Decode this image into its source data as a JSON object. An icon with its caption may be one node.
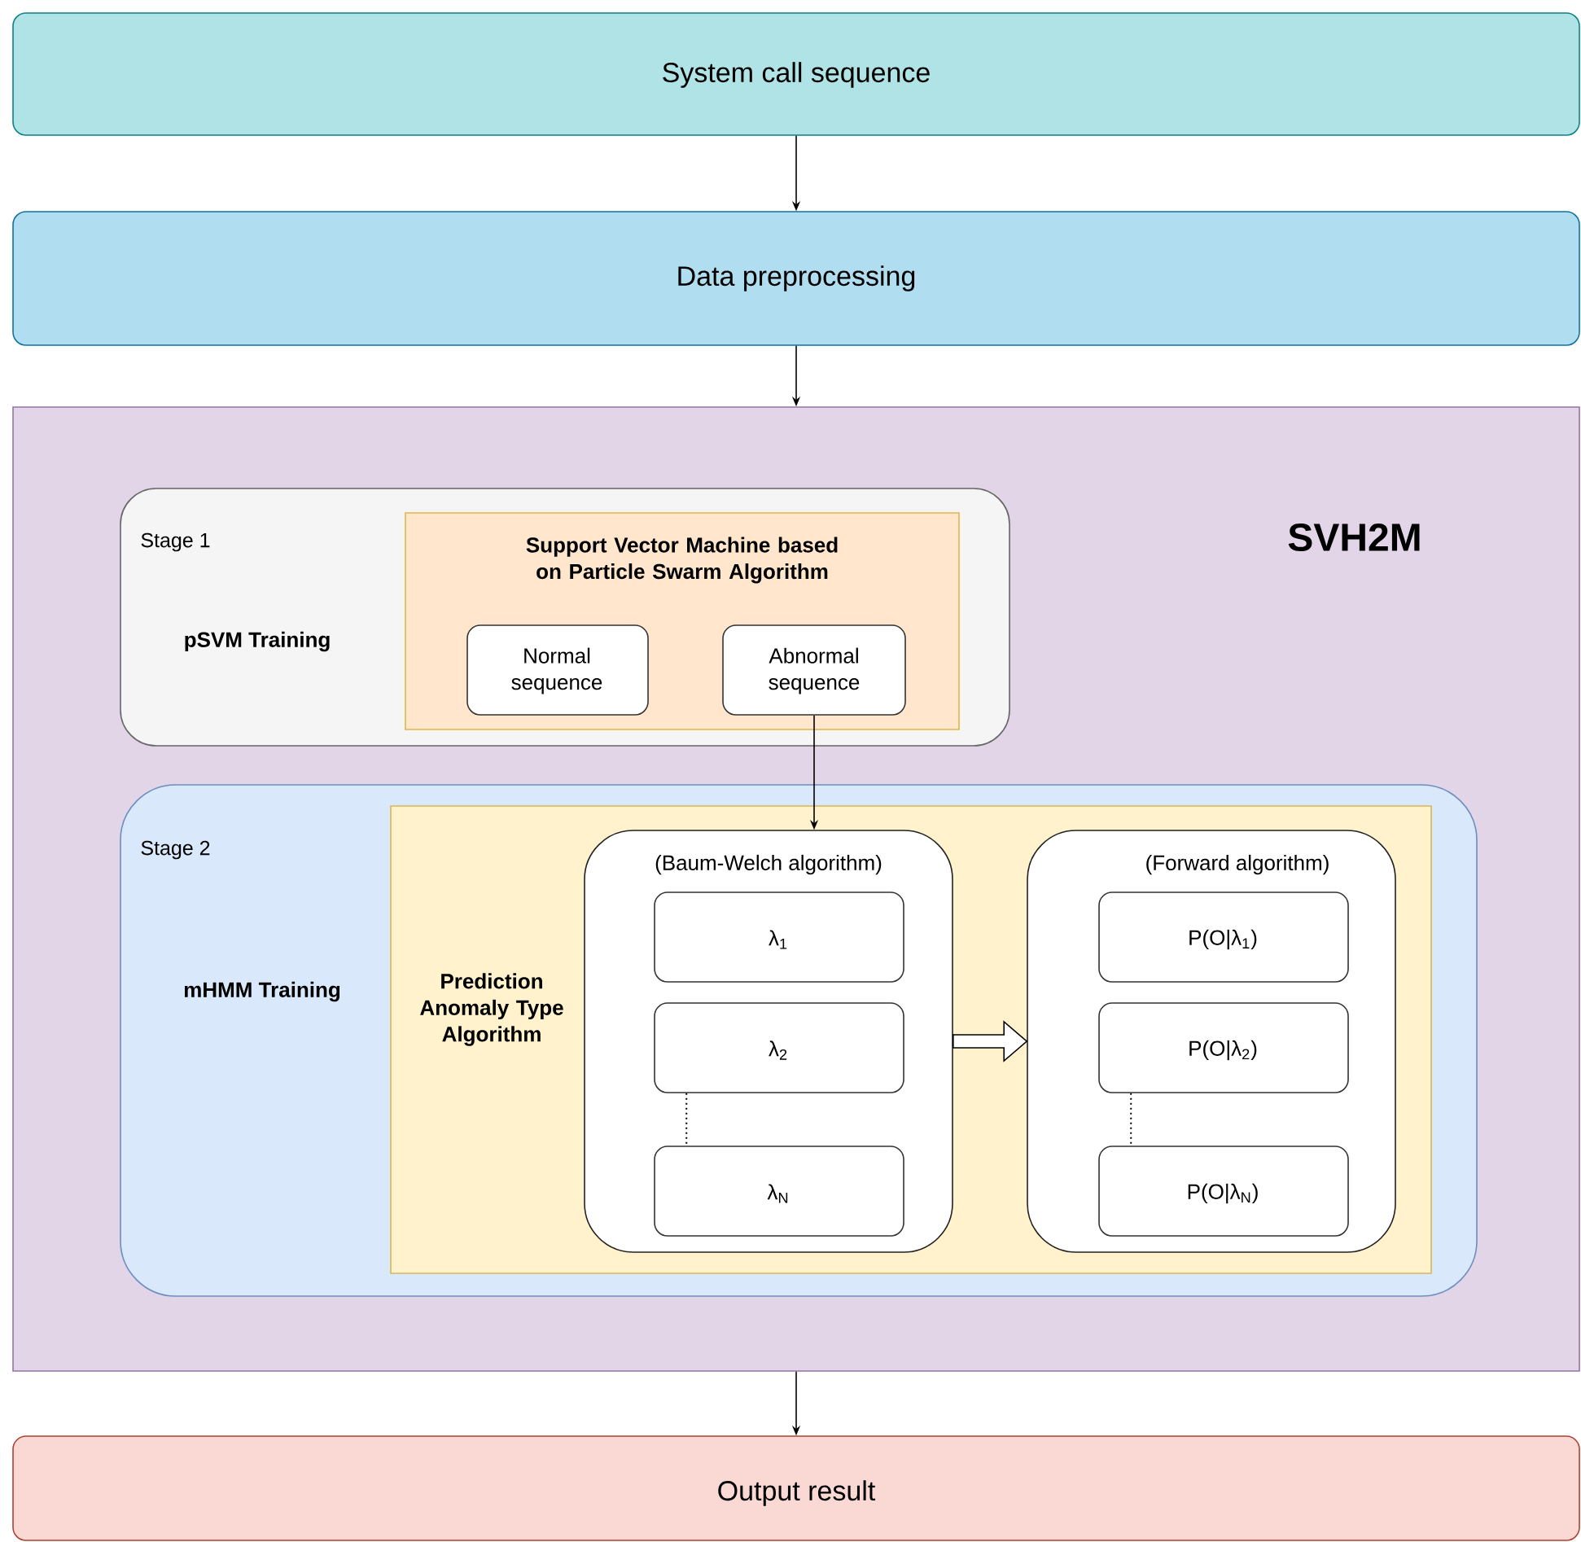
{
  "diagram": {
    "nodes": [
      {
        "text": [
          "System call sequence"
        ]
      },
      {
        "text": [
          "Data preprocessing"
        ]
      },
      {
        "text": [
          "SVH2M"
        ]
      },
      {
        "text": [
          "Stage 1",
          "pSVM Training"
        ],
        "in": 2
      },
      {
        "text": [
          "Support Vector Machine based on Particle Swarm Algorithm"
        ],
        "in": 3
      },
      {
        "text": [
          "Normal sequence"
        ],
        "in": 4
      },
      {
        "text": [
          "Abnormal sequence"
        ],
        "in": 4
      },
      {
        "text": [
          "Stage 2",
          "mHMM Training"
        ],
        "in": 2
      },
      {
        "text": [
          "Prediction Anomaly Type Algorithm"
        ],
        "in": 7
      },
      {
        "text": [
          "(Baum-Welch algorithm)"
        ],
        "in": 8
      },
      {
        "text": [
          "λ$_{1}$"
        ],
        "in": 9
      },
      {
        "text": [
          "λ$_{2}$"
        ],
        "in": 9
      },
      {
        "text": [
          "λ$_{N}$"
        ],
        "in": 9
      },
      {
        "text": [
          "(Forward algorithm)"
        ],
        "in": 8
      },
      {
        "text": [
          "P(O|λ$_{1}$)"
        ],
        "in": 13
      },
      {
        "text": [
          "P(O|λ$_{2}$)"
        ],
        "in": 13
      },
      {
        "text": [
          "P(O|λ$_{N}$)"
        ],
        "in": 13
      },
      {
        "text": [
          "Output result"
        ]
      }
    ],
    "edges": [
      {
        "from": 0,
        "to": 1,
        "arrow": "to"
      },
      {
        "from": 1,
        "to": 2,
        "arrow": "to"
      },
      {
        "from": 6,
        "to": 9,
        "arrow": "to"
      },
      {
        "from": 9,
        "to": 13,
        "arrow": "to",
        "style": "thick"
      },
      {
        "from": 11,
        "to": 12,
        "arrow": "none",
        "style": "dashed"
      },
      {
        "from": 15,
        "to": 16,
        "arrow": "none",
        "style": "dashed"
      },
      {
        "from": 2,
        "to": 17,
        "arrow": "to"
      }
    ]
  }
}
